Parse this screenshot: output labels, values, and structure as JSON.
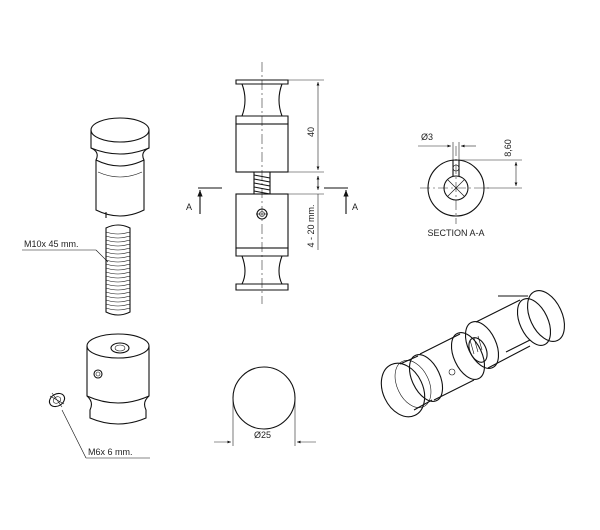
{
  "labels": {
    "screw_spec": "M10x 45 mm.",
    "set_screw_spec": "M6x 6 mm.",
    "section_title": "SECTION A-A",
    "section_marker_left": "A",
    "section_marker_right": "A",
    "dim_length": "40",
    "dim_gap": "4 - 20 mm.",
    "dim_hole_dia": "Ø3",
    "dim_hole_depth": "8,60",
    "dim_diameter": "Ø25"
  },
  "colors": {
    "line": "#111111",
    "background": "#ffffff"
  }
}
